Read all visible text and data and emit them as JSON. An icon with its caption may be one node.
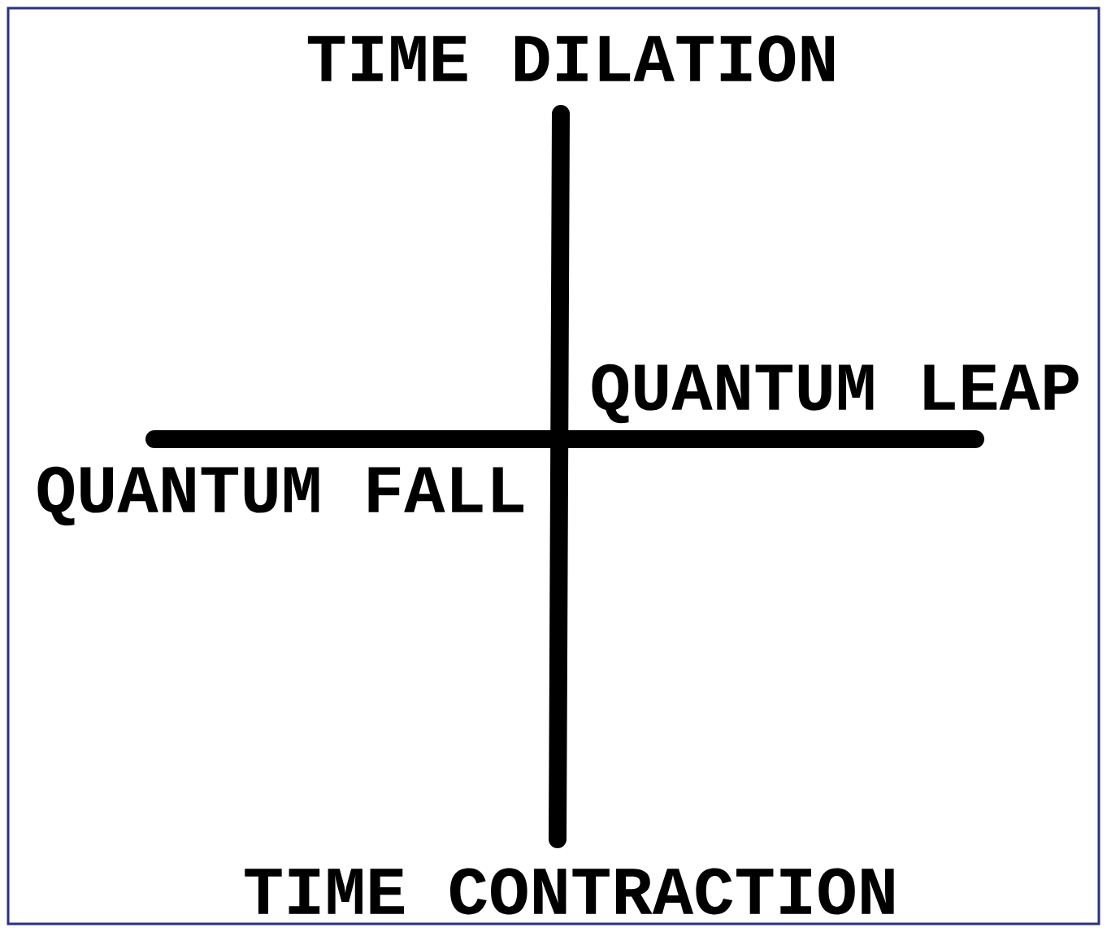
{
  "diagram": {
    "labels": [
      "TIME DILATION",
      "QUANTUM LEAP",
      "QUANTUM FALL",
      "TIME CONTRACTION"
    ]
  }
}
